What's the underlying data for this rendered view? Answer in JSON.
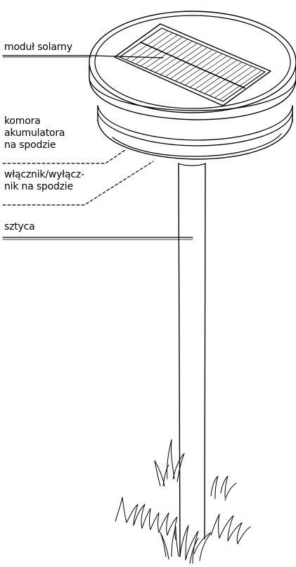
{
  "labels": {
    "solar_module": "moduł solarny",
    "battery_compartment": "komora\nakumulatora\nna spodzie",
    "on_off_switch": "włącznik/wyłącz-\nnik na spodzie",
    "stake": "sztyca"
  },
  "colors": {
    "line": "#000000",
    "background": "#ffffff"
  }
}
